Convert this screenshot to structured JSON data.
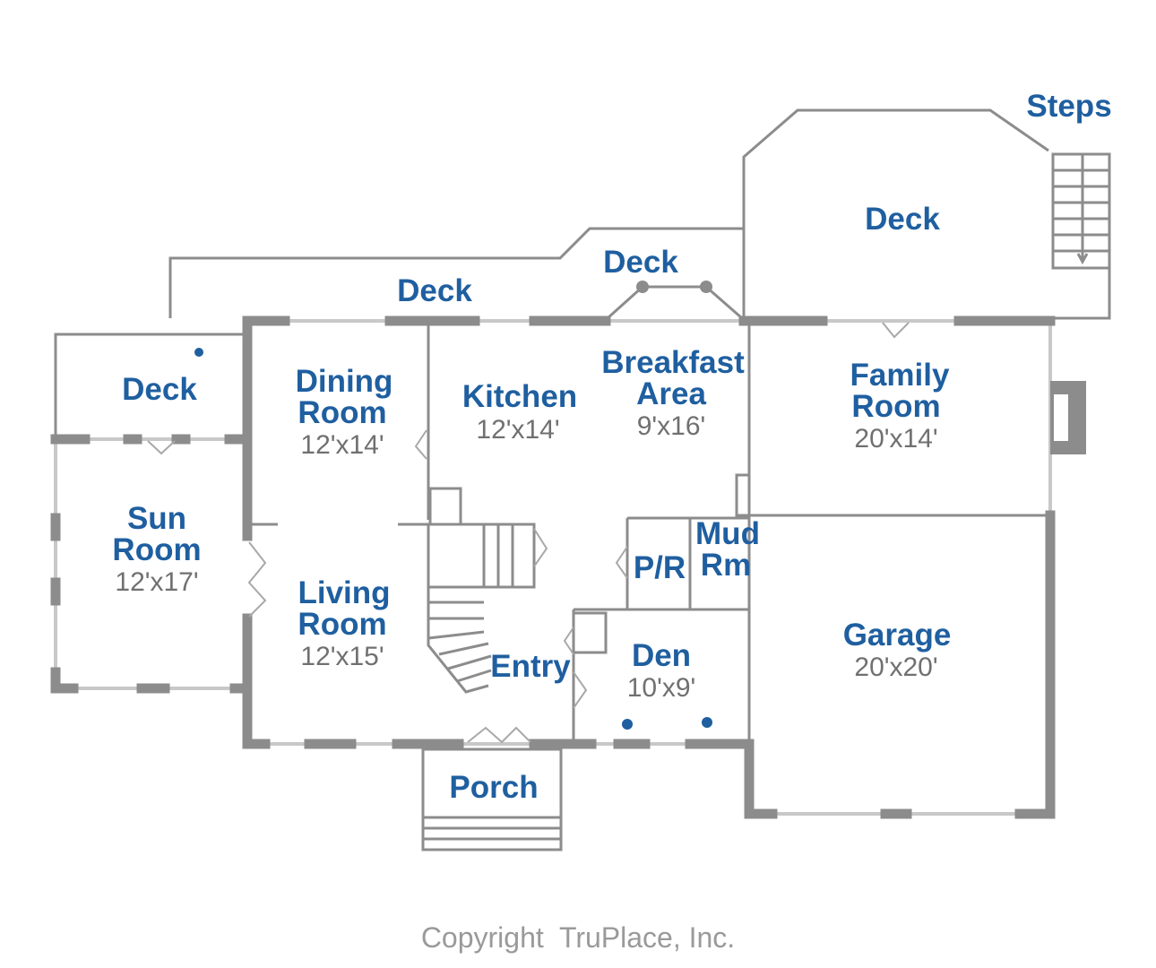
{
  "rooms": {
    "steps": {
      "name": "Steps"
    },
    "deck_right": {
      "name": "Deck"
    },
    "deck_top": {
      "name": "Deck"
    },
    "deck_mid": {
      "name": "Deck"
    },
    "deck_left": {
      "name": "Deck"
    },
    "dining": {
      "name_1": "Dining",
      "name_2": "Room",
      "dim": "12'x14'"
    },
    "kitchen": {
      "name": "Kitchen",
      "dim": "12'x14'"
    },
    "breakfast": {
      "name_1": "Breakfast",
      "name_2": "Area",
      "dim": "9'x16'"
    },
    "family": {
      "name_1": "Family",
      "name_2": "Room",
      "dim": "20'x14'"
    },
    "sun": {
      "name_1": "Sun",
      "name_2": "Room",
      "dim": "12'x17'"
    },
    "living": {
      "name_1": "Living",
      "name_2": "Room",
      "dim": "12'x15'"
    },
    "entry": {
      "name": "Entry"
    },
    "powder": {
      "name": "P/R"
    },
    "mud": {
      "name_1": "Mud",
      "name_2": "Rm"
    },
    "den": {
      "name": "Den",
      "dim": "10'x9'"
    },
    "garage": {
      "name": "Garage",
      "dim": "20'x20'"
    },
    "porch": {
      "name": "Porch"
    }
  },
  "copyright": "Copyright  TruPlace, Inc.",
  "colors": {
    "label": "#1f5fa0",
    "dimension": "#707070",
    "wall": "#8c8c8c"
  }
}
